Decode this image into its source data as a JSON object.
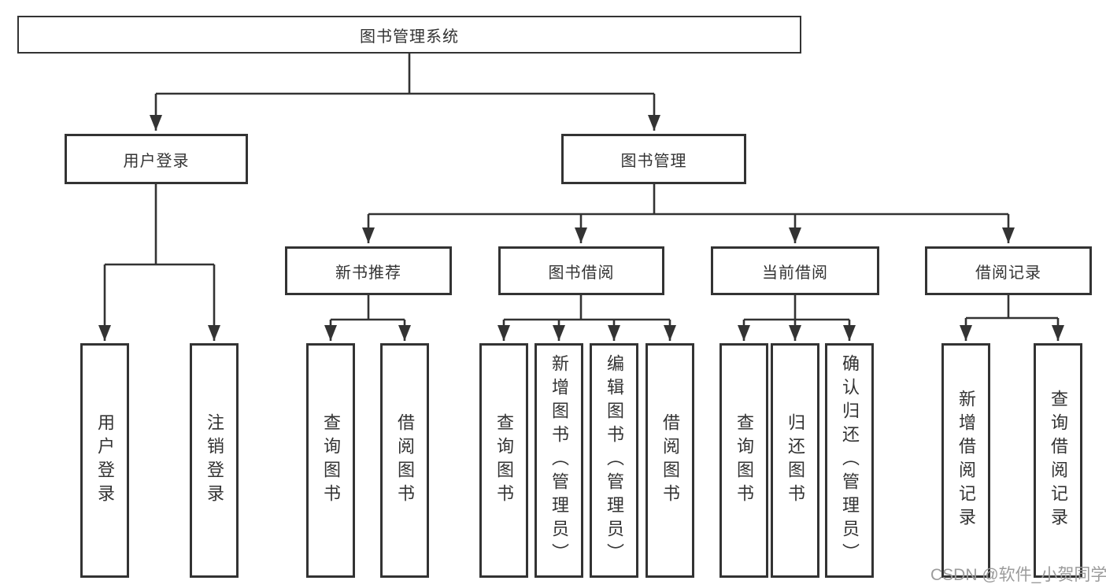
{
  "diagram": {
    "root": {
      "label": "图书管理系统"
    },
    "branches": [
      {
        "label": "用户登录",
        "children": [
          {
            "label": "用户登录"
          },
          {
            "label": "注销登录"
          }
        ]
      },
      {
        "label": "图书管理",
        "children": [
          {
            "label": "新书推荐",
            "children": [
              {
                "label": "查询图书"
              },
              {
                "label": "借阅图书"
              }
            ]
          },
          {
            "label": "图书借阅",
            "children": [
              {
                "label": "查询图书"
              },
              {
                "label": "新增图书（管理员）"
              },
              {
                "label": "编辑图书（管理员）"
              },
              {
                "label": "借阅图书"
              }
            ]
          },
          {
            "label": "当前借阅",
            "children": [
              {
                "label": "查询图书"
              },
              {
                "label": "归还图书"
              },
              {
                "label": "确认归还（管理员）"
              }
            ]
          },
          {
            "label": "借阅记录",
            "children": [
              {
                "label": "新增借阅记录"
              },
              {
                "label": "查询借阅记录"
              }
            ]
          }
        ]
      }
    ]
  },
  "watermark": {
    "text": "CSDN @软件_小贺同学"
  },
  "colors": {
    "line": "#333333",
    "text": "#333333",
    "box_fill": "#ffffff",
    "background": "#ffffff",
    "watermark": "#9b9b9b"
  }
}
